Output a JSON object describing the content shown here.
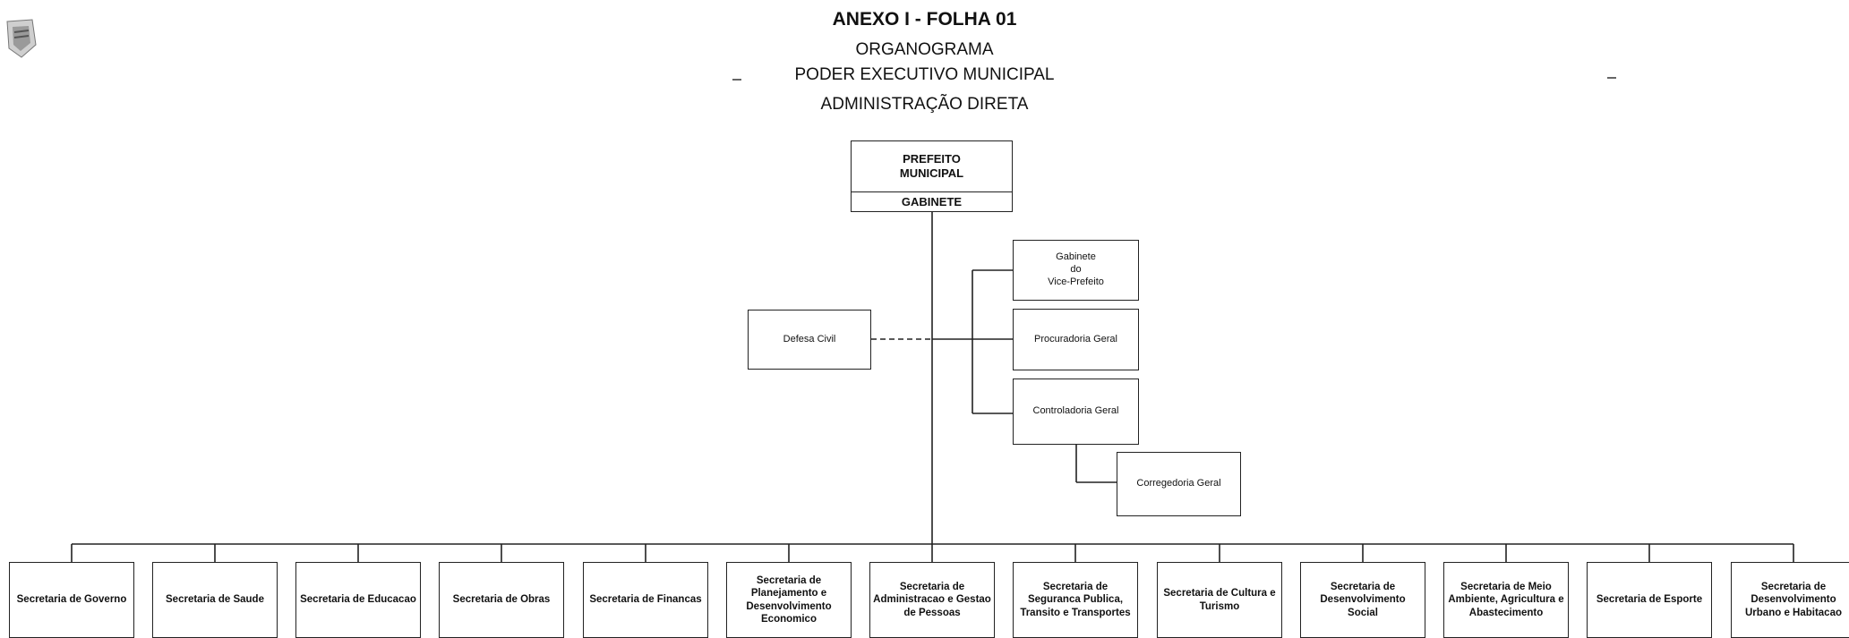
{
  "header": {
    "annex": "ANEXO I - FOLHA 01",
    "subtitle": "ORGANOGRAMA",
    "branch": "PODER EXECUTIVO MUNICIPAL",
    "administration": "ADMINISTRAÇÃO DIRETA"
  },
  "top": {
    "title": "PREFEITO\nMUNICIPAL",
    "cabinet": "GABINETE"
  },
  "staff": {
    "vice": "Gabinete\ndo\nVice-Prefeito",
    "procuradoria": "Procuradoria Geral",
    "controladoria": "Controladoria Geral",
    "corregedoria": "Corregedoria Geral",
    "defesa_civil": "Defesa Civil"
  },
  "secretariats": [
    "Secretaria de Governo",
    "Secretaria de Saude",
    "Secretaria de Educacao",
    "Secretaria de Obras",
    "Secretaria de Financas",
    "Secretaria de Planejamento e Desenvolvimento Economico",
    "Secretaria de Administracao e Gestao de Pessoas",
    "Secretaria de Seguranca Publica, Transito e Transportes",
    "Secretaria de Cultura e Turismo",
    "Secretaria de Desenvolvimento Social",
    "Secretaria de Meio Ambiente, Agricultura e Abastecimento",
    "Secretaria de Esporte",
    "Secretaria de Desenvolvimento Urbano e Habitacao"
  ]
}
